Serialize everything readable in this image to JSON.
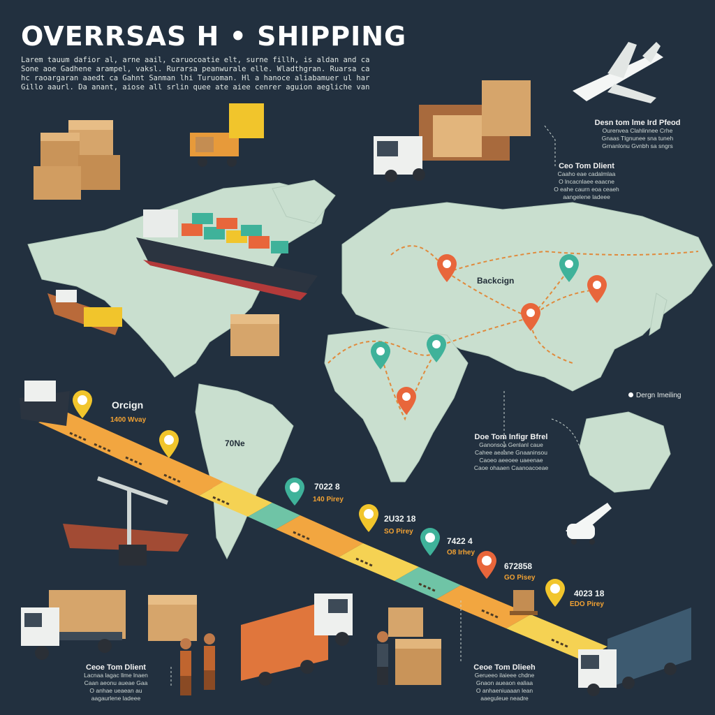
{
  "header": {
    "title": "OVERRSAS H • SHIPPING",
    "intro_lines": [
      "Larem tauum dafior al, arne aail, caruocoatie elt, surne fillh, is aldan and canyry runsaoh preuia ral laore",
      "Sone aoe Gadhene arampel, vaksl. Rurarsa peanwurale elle. Wladthgran. Ruarsa ca Tarque ca. vlc Mllaun al",
      "hc raoargaran aaedt ca Gahnt Sanman lhi Turuoman. Hl a hanoce aliabamuer ul harerod bagtal acaocataian",
      "Gillo aaurl. Da anant, aiose all srlin quee ate aiee cenrer aguion aegliche vangeer."
    ]
  },
  "map_labels": {
    "region": "Backcign",
    "origin": "Orcign",
    "origin_sub": "1400 Wvay",
    "mid": "70Ne"
  },
  "timeline": {
    "stops": [
      {
        "code": "7022 8",
        "sub": "140 Pirey"
      },
      {
        "code": "2U32 18",
        "sub": "SO Pirey"
      },
      {
        "code": "7422 4",
        "sub": "O8 Irhey"
      },
      {
        "code": "672858",
        "sub": "GO Pisey"
      },
      {
        "code": "4023 18",
        "sub": "EDO Pirey"
      }
    ]
  },
  "callouts": {
    "top_right_a": {
      "heading": "Desn tom lme Ird Pfeod",
      "lines": [
        "Ourenvea Clahlinnee Crhe",
        "Gnaas Tlgnunee sna tuneh",
        "Grnanlonu Gvnbh sa sngrs"
      ]
    },
    "top_right_b": {
      "heading": "Ceo Tom Dlient",
      "lines": [
        "Caaho eae cadalmlaa",
        "O lncacnlaee eaacne",
        "O eahe caurn eoa ceaeh",
        "aangelene ladeee"
      ]
    },
    "right_marker": {
      "heading": "Dergn Imeiling"
    },
    "center_right": {
      "heading": "Doe Tom Infigr Bfrel",
      "lines": [
        "Ganonsoa Genlanl caue",
        "Cahee aeaane Gnaaninsou",
        "Caoeo aeeoee uaeenae",
        "Caoe ohaaen Caanoacoeae"
      ]
    },
    "bottom_left": {
      "heading": "Ceoe Tom Dlient",
      "lines": [
        "Lacnaa lagac llme lnaen",
        "Caan aeonu aueae Gaa",
        "O anhae ueaean au",
        "aagaurlene ladeee"
      ]
    },
    "bottom_right": {
      "heading": "Ceoe Tom Dlieeh",
      "lines": [
        "Gerueeo ilaieee chdne",
        "Gnaon aueaon ealiaa",
        "O anhaeniuaaan lean",
        "aaeguleue neadre"
      ]
    }
  },
  "colors": {
    "background": "#22303f",
    "land": "#c9dfcf",
    "route": "#e08a3c",
    "pin_orange": "#e8663b",
    "pin_teal": "#3fb29a",
    "pin_yellow": "#f1c52c",
    "band_orange": "#f2a640",
    "band_yellow": "#f5d253",
    "band_teal": "#6fc4a6"
  },
  "icons": [
    "airplane-icon",
    "truck-icon",
    "cargo-ship-icon",
    "box-icon",
    "map-pin-icon",
    "forklift-icon",
    "crane-icon",
    "worker-icon"
  ]
}
